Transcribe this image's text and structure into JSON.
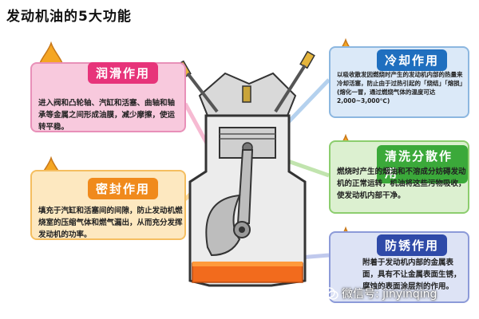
{
  "title": "发动机油的5大功能",
  "functions": {
    "lubrication": {
      "heading": "润滑作用",
      "text": "进入阀和凸轮轴、汽缸和活塞、曲轴和轴承等金属之间形成油膜，减少摩擦，使运转平稳。",
      "color": "#e7347a"
    },
    "sealing": {
      "heading": "密封作用",
      "text": "填充于汽缸和活塞间的间隙，防止发动机燃烧室的压缩气体和燃气漏出，从而充分发挥发动机的功率。",
      "color": "#f08a1c"
    },
    "cooling": {
      "heading": "冷却作用",
      "text": "以吸收散发因燃烧时产生的发动机内部的热量来冷却活塞，防止由于过热引起的「烧结」「熔损」(熔化一冒，通过燃烧气体的温度可达2,000~3,000℃)",
      "color": "#1f6fbf"
    },
    "cleaning": {
      "heading": "清洗分散作用",
      "text": "燃烧时产生的烟油和不溶成分妨碍发动机的正常运转，机油将这些污物吸收，使发动机内部干净。",
      "color": "#3ba93a"
    },
    "rust": {
      "heading": "防锈作用",
      "text": "附着于发动机内部的金属表面，具有不让金属表面生锈，腐蚀的表面涂层剂的作用。",
      "color": "#2f4aa8"
    }
  },
  "watermark": "微信号: jinyinqing",
  "icons": [
    "oil-drop-mascot-icon",
    "wechat-icon"
  ]
}
